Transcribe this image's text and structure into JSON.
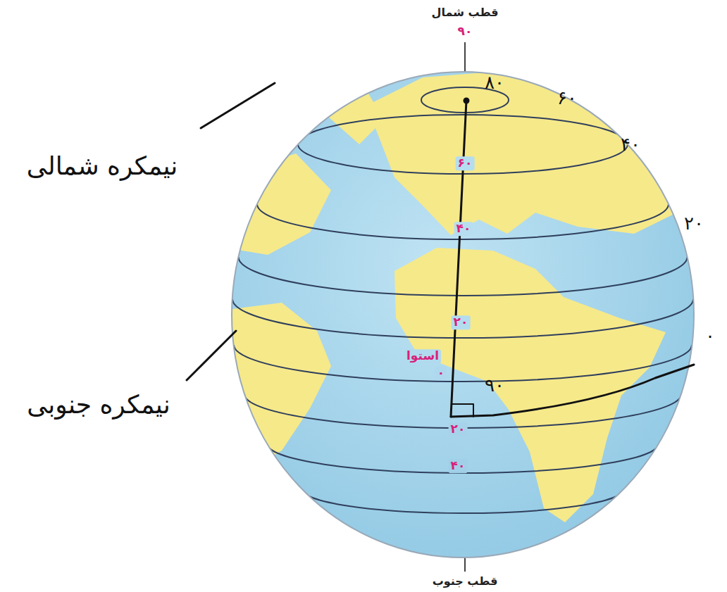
{
  "diagram": {
    "labels": [
      "قطب شمال",
      "۹۰",
      "۸۰",
      "۶۰",
      "۴۰",
      "۲۰",
      "۰",
      "۶۰",
      "۴۰",
      "۲۰",
      "استوا",
      "۰",
      "۹۰",
      "۲۰",
      "۴۰",
      "قطب جنوب",
      "نیمکره شمالی",
      "نیمکره جنوبی"
    ]
  }
}
